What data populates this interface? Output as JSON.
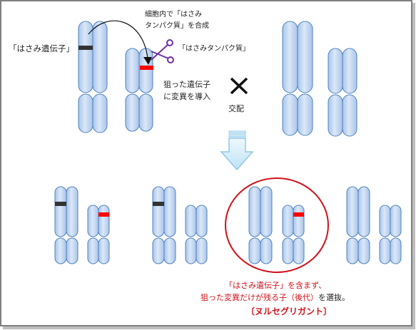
{
  "labels": {
    "gene_label": "「はさみ遺伝子」",
    "protein_synth_line1": "細胞内で「はさみ",
    "protein_synth_line2": "タンパク質」を合成",
    "scissors_protein": "「はさみタンパク質」",
    "target_mutation_line1": "狙った遺伝子",
    "target_mutation_line2": "に変異を導入",
    "cross_mark": "✕",
    "mating": "交配",
    "result_line1": "「はさみ遺伝子」を含まず、",
    "result_line2_red": "狙った変異だけが残る子（後代）",
    "result_line2_black": "を選抜。",
    "null_segregant": "〔ヌルセグリガント〕"
  },
  "icons": [
    "scissors-icon",
    "down-arrow-icon",
    "cross-icon"
  ],
  "colors": {
    "chromosome_fill": "#c5d9f1",
    "chromosome_stroke": "#4f81bd",
    "gene_black": "#333333",
    "gene_red": "#ff0000",
    "highlight_circle": "#d0121b",
    "arrow_fill": "#dbeef9",
    "arrow_stroke": "#8ec8e6",
    "scissors": "#7030a0",
    "frame": "#7f7f7f"
  }
}
